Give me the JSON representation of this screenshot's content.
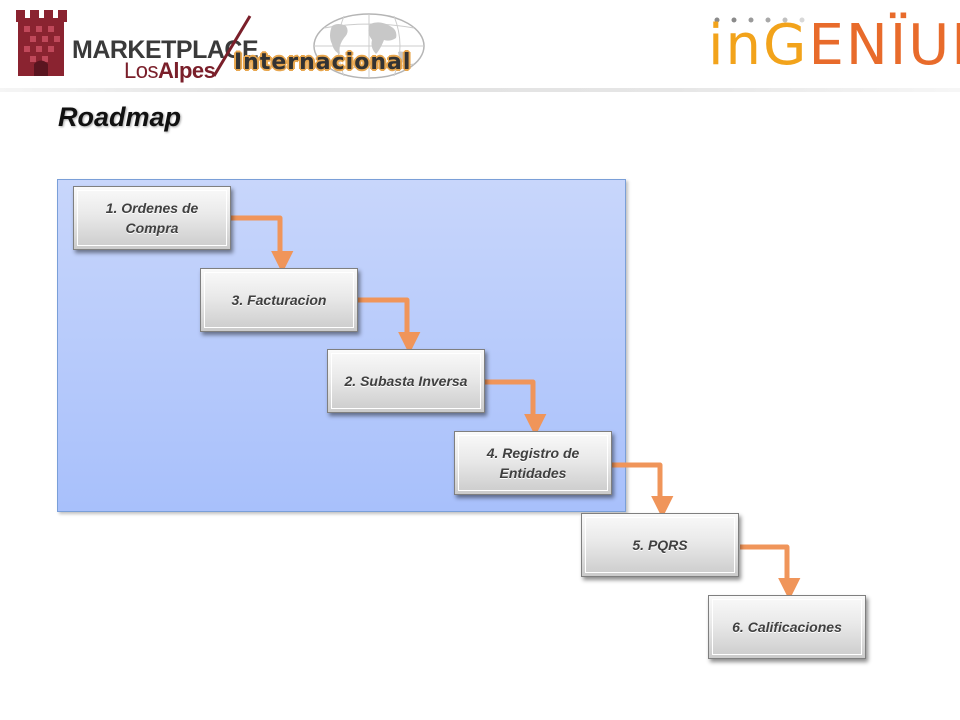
{
  "header": {
    "brand_main": "MARKETPLACE",
    "brand_sub_light": "Los",
    "brand_sub_bold": "Alpes",
    "brand_tag": "Internacional",
    "partner_a": "inG",
    "partner_b": "ENÏUM",
    "colors": {
      "brand_red": "#7a1f2a",
      "accent_orange": "#e7a64e",
      "ingenium_yellow": "#f2a31b",
      "ingenium_orange": "#e86b2b"
    }
  },
  "title": "Roadmap",
  "diagram": {
    "panel_color": "#b7cbfb",
    "connector_color": "#f0955a",
    "steps": [
      {
        "label": "1. Ordenes de Compra"
      },
      {
        "label": "3. Facturacion"
      },
      {
        "label": "2. Subasta Inversa"
      },
      {
        "label": "4. Registro de Entidades"
      },
      {
        "label": "5. PQRS"
      },
      {
        "label": "6. Calificaciones"
      }
    ]
  }
}
